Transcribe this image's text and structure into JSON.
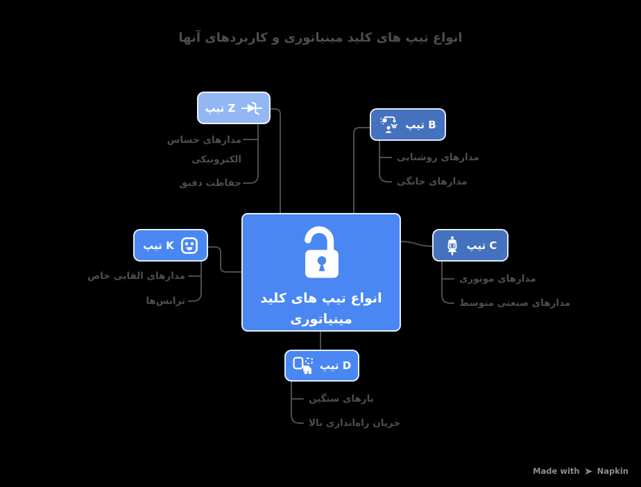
{
  "title": "انواع تیپ های کلید مینیاتوری و کاربردهای آنها",
  "center": {
    "label": "انواع تیپ های کلید\nمینیاتوری",
    "icon": "open-padlock-icon"
  },
  "nodes": {
    "z": {
      "label": "تیپ Z",
      "icon": "zener-diode-icon",
      "children": [
        "مدارهای حساس\nالکترونیکی",
        "حفاظت دقیق"
      ]
    },
    "b": {
      "label": "تیپ B",
      "icon": "smart-lighting-person-icon",
      "children": [
        "مدارهای روشنایی",
        "مدارهای خانگی"
      ]
    },
    "k": {
      "label": "تیپ K",
      "icon": "power-socket-icon",
      "children": [
        "مدارهای القایی خاص",
        "ترانس‌ها"
      ]
    },
    "c": {
      "label": "تیپ C",
      "icon": "motor-coil-icon",
      "children": [
        "مدارهای موتوری",
        "مدارهای صنعتی متوسط"
      ]
    },
    "d": {
      "label": "تیپ D",
      "icon": "heavy-load-truck-icon",
      "children": [
        "بارهای سنگین",
        "جریان راه‌اندازی بالا"
      ]
    }
  },
  "watermark": {
    "prefix": "Made with",
    "brand": "Napkin",
    "icon": "napkin-logo-icon"
  },
  "colors": {
    "background": "#000000",
    "bright_blue": "#4A87F3",
    "muted_blue": "#4472BE",
    "light_blue": "#93B7F2",
    "connector_gray": "#4e4e4e",
    "label_gray": "#4f4f4f",
    "node_text": "#ffffff",
    "watermark_gray": "#8d8d8d"
  }
}
